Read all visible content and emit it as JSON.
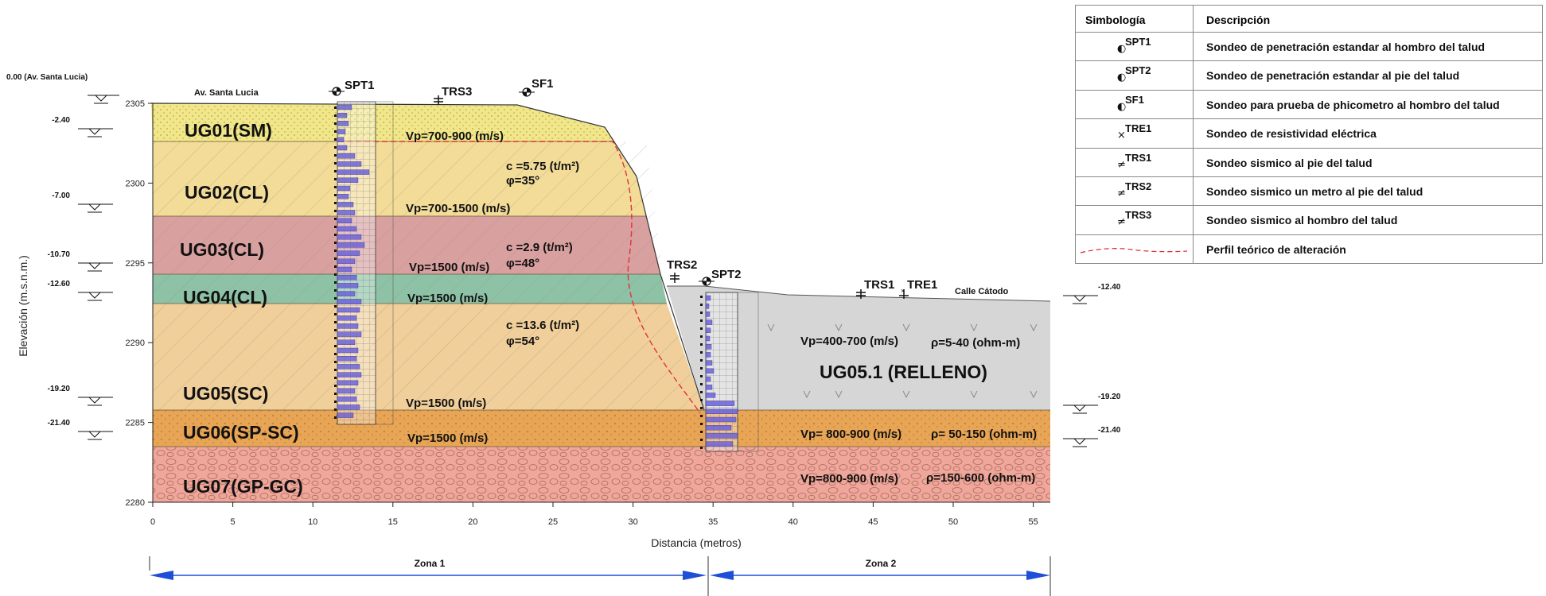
{
  "axes": {
    "y_label": "Elevación (m.s.n.m.)",
    "x_label": "Distancia (metros)",
    "y_ticks": [
      "2305",
      "2300",
      "2295",
      "2290",
      "2285",
      "2280"
    ],
    "x_ticks": [
      "0",
      "5",
      "10",
      "15",
      "20",
      "25",
      "30",
      "35",
      "40",
      "45",
      "50",
      "55"
    ]
  },
  "top_labels": {
    "left_ref": "0.00 (Av. Santa Lucia)",
    "street_left": "Av. Santa Lucia",
    "street_right": "Calle Cátodo"
  },
  "elevation_marks_left": [
    "-2.40",
    "-7.00",
    "-10.70",
    "-12.60",
    "-19.20",
    "-21.40"
  ],
  "elevation_marks_right": [
    "-12.40",
    "-19.20",
    "-21.40"
  ],
  "probes": {
    "spt1": "SPT1",
    "trs3": "TRS3",
    "sf1": "SF1",
    "trs2": "TRS2",
    "spt2": "SPT2",
    "trs1": "TRS1",
    "tre1": "TRE1"
  },
  "units": [
    {
      "name": "UG01(SM)",
      "color": "#f1e78a"
    },
    {
      "name": "UG02(CL)",
      "color": "#f2dc98"
    },
    {
      "name": "UG03(CL)",
      "color": "#d9a0a0"
    },
    {
      "name": "UG04(CL)",
      "color": "#8dc2a6"
    },
    {
      "name": "UG05(SC)",
      "color": "#f0cf9a"
    },
    {
      "name": "UG06(SP-SC)",
      "color": "#e7a555"
    },
    {
      "name": "UG07(GP-GC)",
      "color": "#eea79a"
    },
    {
      "name": "UG05.1 (RELLENO)",
      "color": "#d6d6d6"
    }
  ],
  "properties": {
    "vp_ug01": "Vp=700-900 (m/s)",
    "c_ug02": "c =5.75 (t/m²)",
    "phi_ug02": "φ=35°",
    "vp_ug02": "Vp=700-1500 (m/s)",
    "c_ug03": "c =2.9 (t/m²)",
    "phi_ug03": "φ=48°",
    "vp_ug03": "Vp=1500 (m/s)",
    "vp_ug04": "Vp=1500 (m/s)",
    "c_ug05": "c =13.6 (t/m²)",
    "phi_ug05": "φ=54°",
    "vp_ug05": "Vp=1500 (m/s)",
    "vp_ug06": "Vp=1500 (m/s)",
    "vp_relleno": "Vp=400-700 (m/s)",
    "rho_relleno": "ρ=5-40 (ohm-m)",
    "vp_ug06_right": "Vp= 800-900 (m/s)",
    "rho_ug06_right": "ρ= 50-150 (ohm-m)",
    "vp_ug07_right": "Vp=800-900 (m/s)",
    "rho_ug07_right": "ρ=150-600 (ohm-m)"
  },
  "zones": {
    "zone1": "Zona 1",
    "zone2": "Zona 2"
  },
  "legend": {
    "header_symbol": "Simbología",
    "header_desc": "Descripción",
    "rows": [
      {
        "symbol": "SPT1",
        "desc": "Sondeo de penetración estandar al hombro del talud"
      },
      {
        "symbol": "SPT2",
        "desc": "Sondeo de penetración estandar al pie del talud"
      },
      {
        "symbol": "SF1",
        "desc": "Sondeo para prueba de phicometro al hombro del talud"
      },
      {
        "symbol": "TRE1",
        "desc": "Sondeo de resistividad eléctrica"
      },
      {
        "symbol": "TRS1",
        "desc": "Sondeo sismico al pie del talud"
      },
      {
        "symbol": "TRS2",
        "desc": "Sondeo sismico un metro al pie del talud"
      },
      {
        "symbol": "TRS3",
        "desc": "Sondeo sismico al hombro del talud"
      },
      {
        "symbol": "",
        "desc": "Perfil teórico de alteración"
      }
    ]
  },
  "colors": {
    "axis": "#222222",
    "arrow": "#1f4fd6",
    "spt_fill": "#6b63d8",
    "alteration": "#e0323c"
  }
}
